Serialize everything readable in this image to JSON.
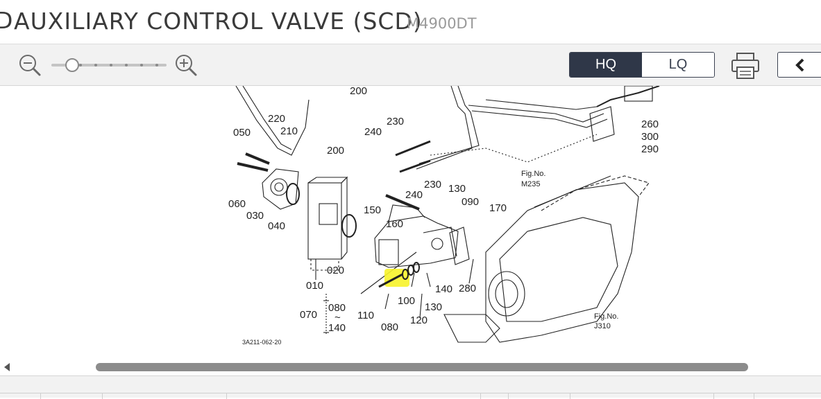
{
  "header": {
    "edge_glyph": "D",
    "title": "AUXILIARY CONTROL VALVE (SCD)",
    "model": "M4900DT"
  },
  "toolbar": {
    "zoom_level_fraction": 0.12,
    "quality": {
      "options": [
        "HQ",
        "LQ"
      ],
      "selected": "HQ"
    },
    "icons": {
      "zoom_out": "zoom-out-icon",
      "zoom_in": "zoom-in-icon",
      "print": "printer-icon",
      "back": "chevron-left-icon"
    }
  },
  "diagram": {
    "drawing_id": "3A211-062-20",
    "part_labels": {
      "p200a": "200",
      "p220": "220",
      "p210": "210",
      "p200b": "200",
      "p050": "050",
      "p240a": "240",
      "p230a": "230",
      "p060": "060",
      "p030": "030",
      "p040": "040",
      "p240b": "240",
      "p230b": "230",
      "p130a": "130",
      "p090": "090",
      "p170": "170",
      "p150": "150",
      "p160": "160",
      "p020": "020",
      "p010": "010",
      "p100": "100",
      "p140a": "140",
      "p280": "280",
      "p130b": "130",
      "p070": "070",
      "p080a": "080",
      "p140b": "140",
      "p110": "110",
      "p080b": "080",
      "p120": "120",
      "p260": "260",
      "p300": "300",
      "p290": "290"
    },
    "refs": {
      "m235_label": "Fig.No.",
      "m235_value": "M235",
      "j310_label": "Fig.No.",
      "j310_value": "J310"
    },
    "range_tilde": "~",
    "highlight_color": "#f7f32a"
  },
  "statusbar": {
    "cells": 9
  }
}
